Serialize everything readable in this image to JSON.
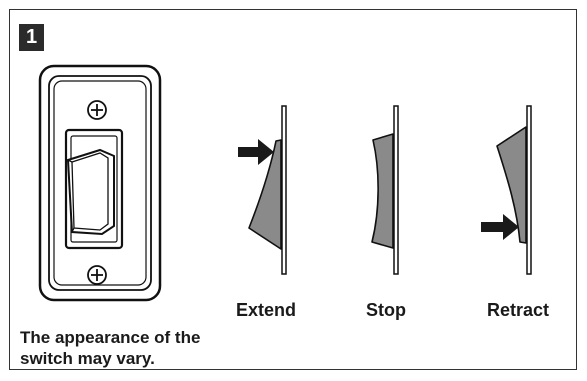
{
  "step": {
    "number": "1"
  },
  "positions": [
    {
      "label": "Extend",
      "arrow": "upper"
    },
    {
      "label": "Stop",
      "arrow": "none"
    },
    {
      "label": "Retract",
      "arrow": "lower"
    }
  ],
  "note": {
    "line1": "The appearance of the",
    "line2": "switch may vary."
  },
  "colors": {
    "rocker_gray": "#8a8a8a",
    "ink": "#1a1a1a",
    "badge": "#2b2b2b"
  }
}
